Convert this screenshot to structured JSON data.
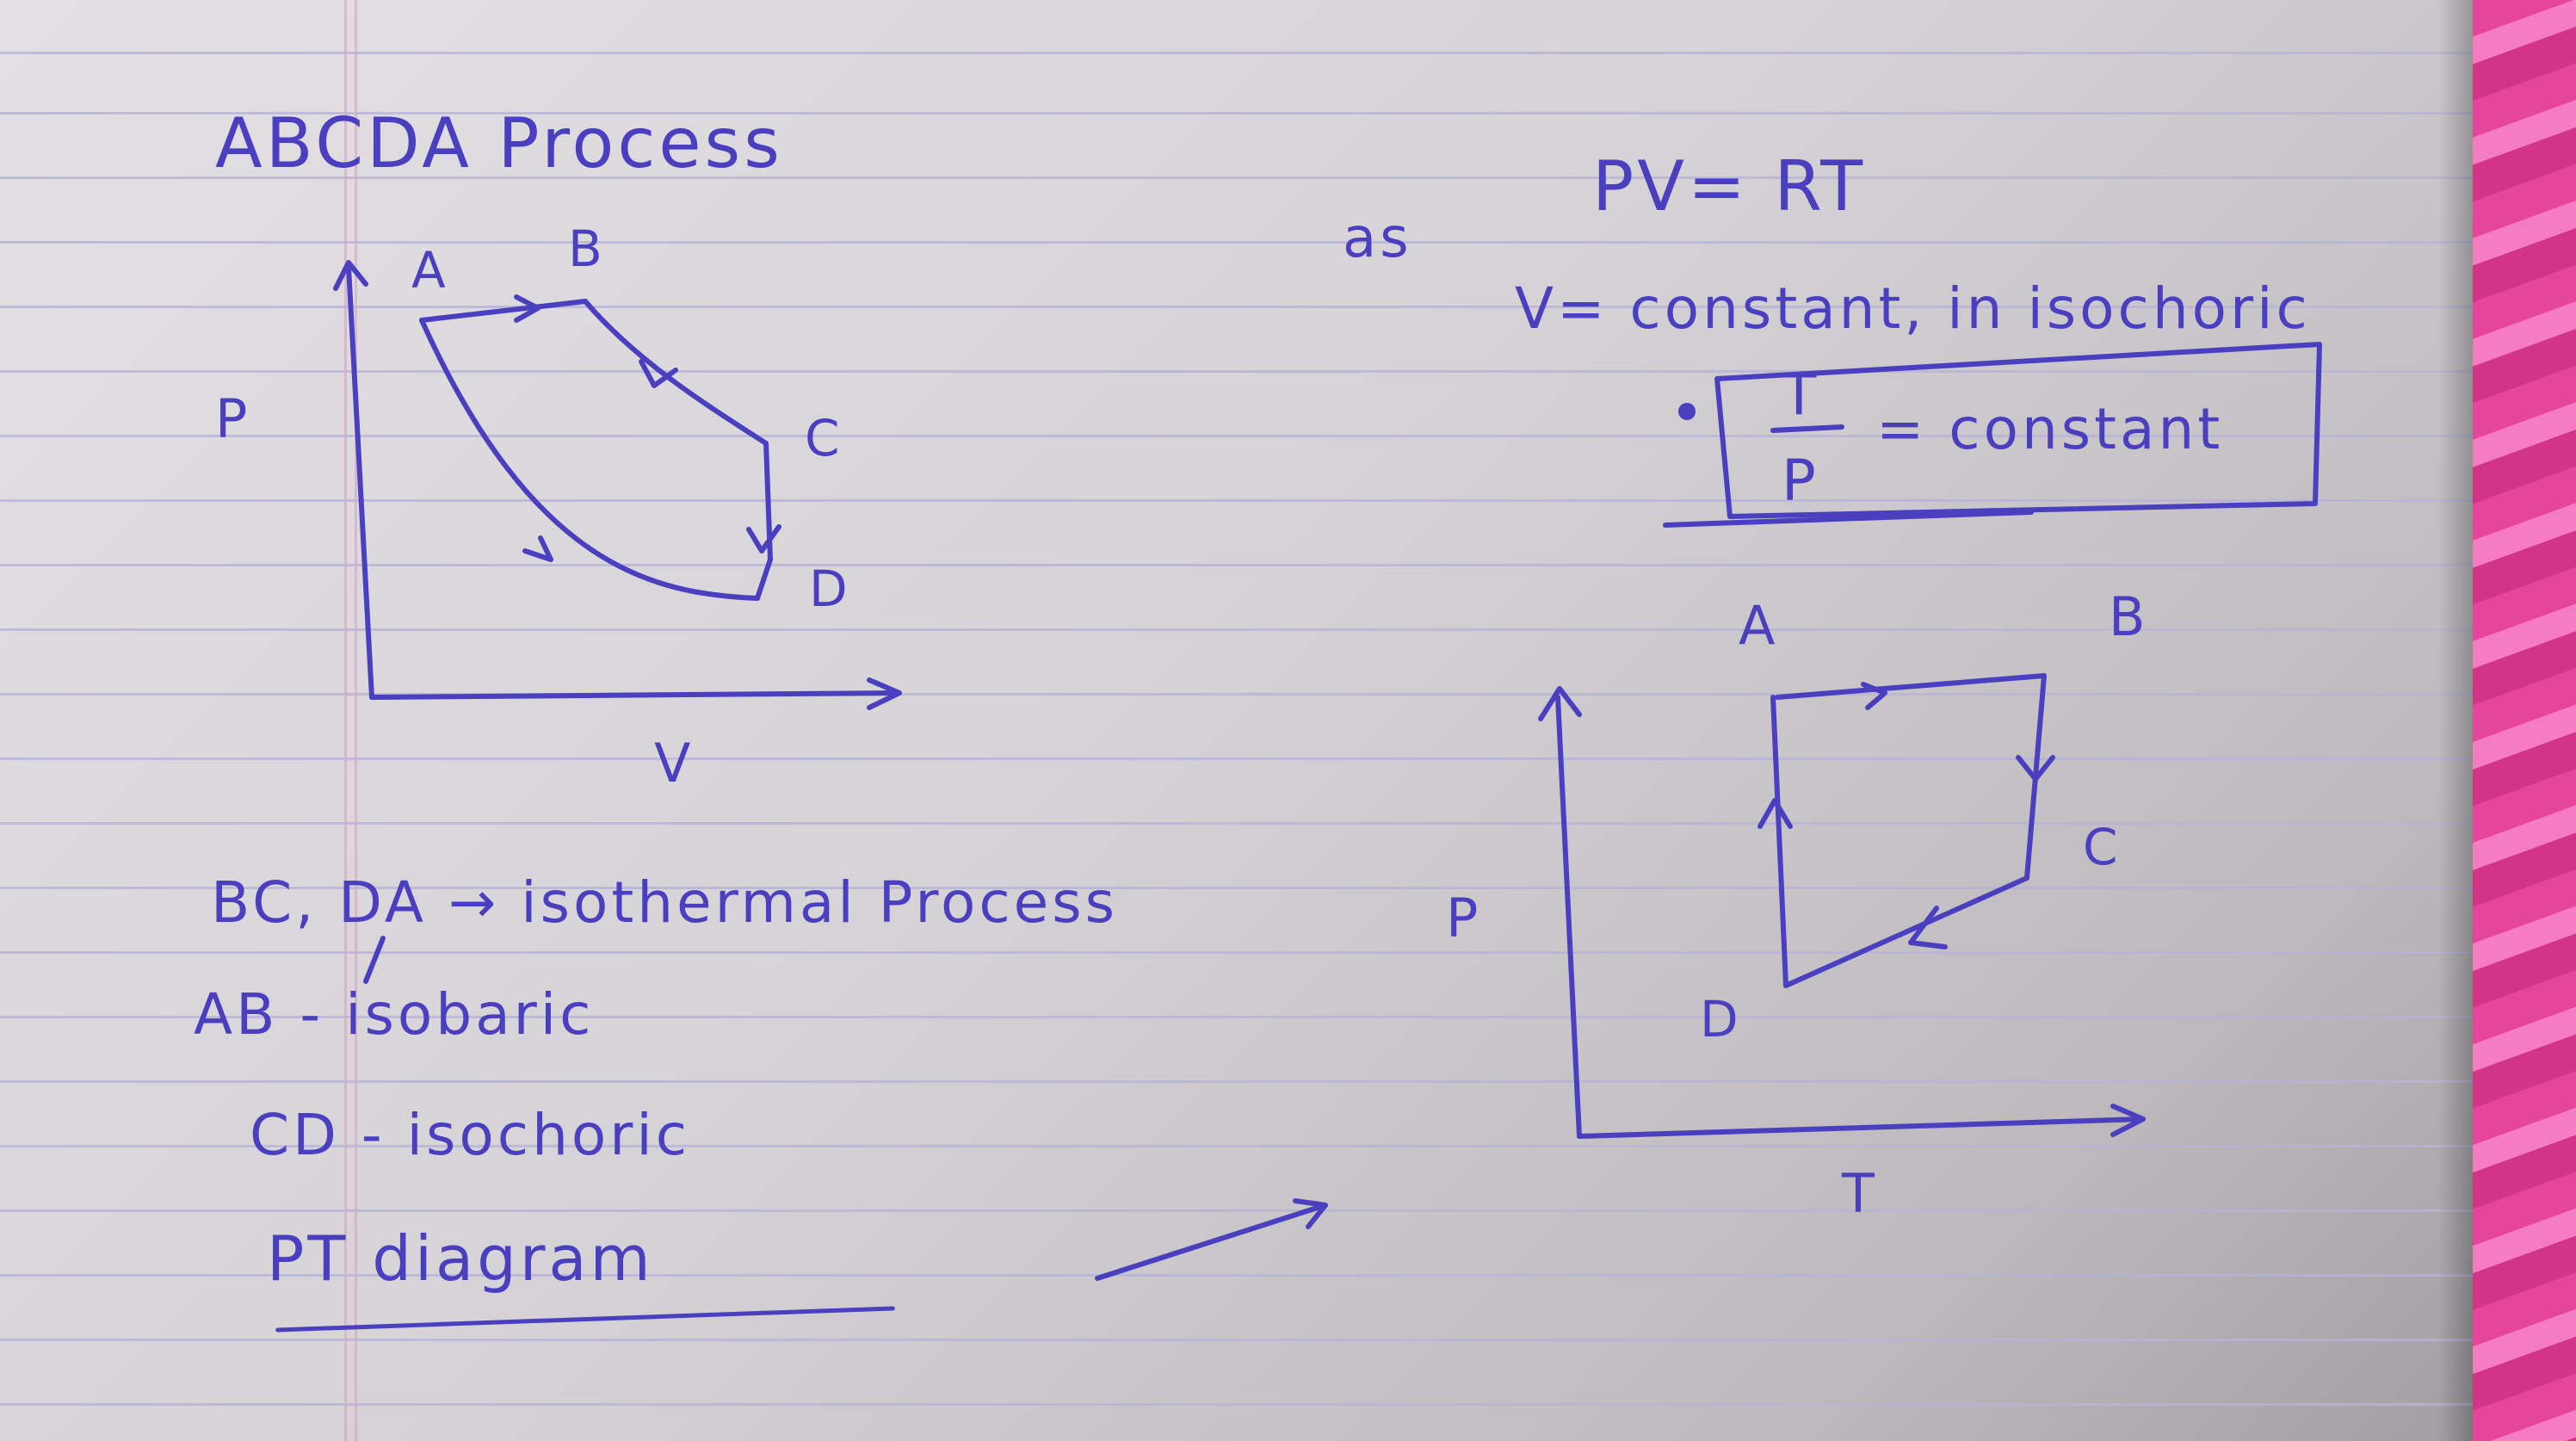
{
  "title": "ABCDA Process",
  "equation": {
    "prefix": "as",
    "law": "PV= RT",
    "condition": "V= constant, in isochoric",
    "result_numerator": "T",
    "result_denominator": "P",
    "result_rhs": "= constant"
  },
  "pv_diagram": {
    "y_axis": "P",
    "x_axis": "V",
    "points": {
      "A": "A",
      "B": "B",
      "C": "C",
      "D": "D"
    }
  },
  "pt_diagram": {
    "y_axis": "P",
    "x_axis": "T",
    "points": {
      "A": "A",
      "B": "B",
      "C": "C",
      "D": "D"
    }
  },
  "notes": [
    "BC, DA → isothermal Process",
    "AB - isobaric",
    "CD - isochoric"
  ],
  "pt_label": "PT diagram",
  "ink_color": "#4a3fbf"
}
